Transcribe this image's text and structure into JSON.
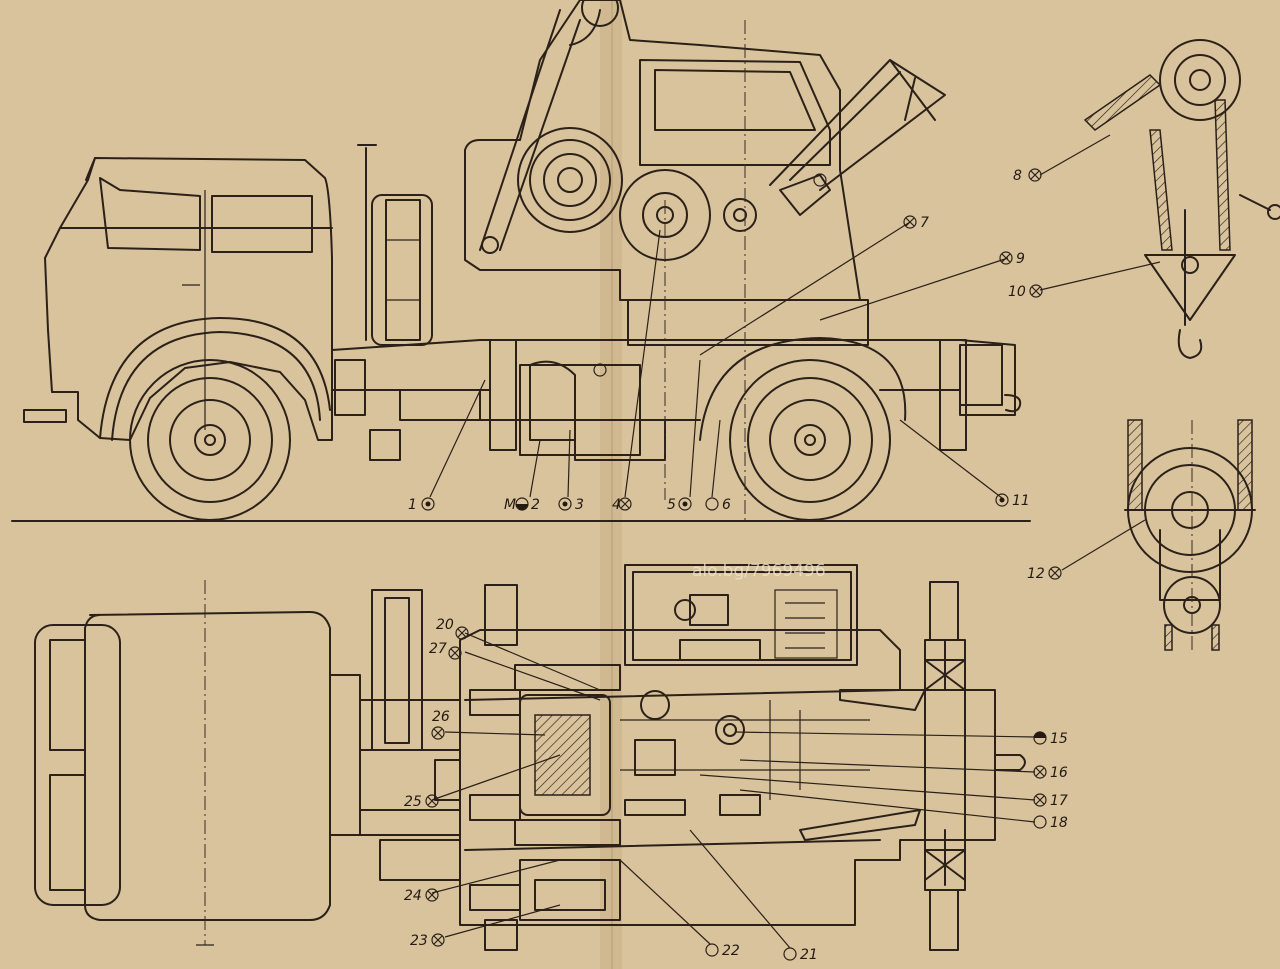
{
  "watermark": "alo.bg/7969496",
  "colors": {
    "paper": "#d9c39d",
    "ink": "#2b2118",
    "fold": "#c8ae85"
  },
  "callouts": [
    {
      "id": "c1",
      "label": "1",
      "symbol": "dot"
    },
    {
      "id": "c2",
      "label": "2",
      "symbol": "half",
      "prefix": "M"
    },
    {
      "id": "c3",
      "label": "3",
      "symbol": "dot"
    },
    {
      "id": "c4",
      "label": "4",
      "symbol": "cross"
    },
    {
      "id": "c5",
      "label": "5",
      "symbol": "dot"
    },
    {
      "id": "c6",
      "label": "6",
      "symbol": "empty"
    },
    {
      "id": "c7",
      "label": "7",
      "symbol": "cross"
    },
    {
      "id": "c8",
      "label": "8",
      "symbol": "cross"
    },
    {
      "id": "c9",
      "label": "9",
      "symbol": "cross"
    },
    {
      "id": "c10",
      "label": "10",
      "symbol": "cross"
    },
    {
      "id": "c11",
      "label": "11",
      "symbol": "dot"
    },
    {
      "id": "c12",
      "label": "12",
      "symbol": "cross"
    },
    {
      "id": "c15",
      "label": "15",
      "symbol": "half"
    },
    {
      "id": "c16",
      "label": "16",
      "symbol": "cross"
    },
    {
      "id": "c17",
      "label": "17",
      "symbol": "cross"
    },
    {
      "id": "c18",
      "label": "18",
      "symbol": "empty"
    },
    {
      "id": "c20",
      "label": "20",
      "symbol": "cross"
    },
    {
      "id": "c21",
      "label": "21",
      "symbol": "empty"
    },
    {
      "id": "c22",
      "label": "22",
      "symbol": "empty"
    },
    {
      "id": "c23",
      "label": "23",
      "symbol": "cross"
    },
    {
      "id": "c24",
      "label": "24",
      "symbol": "cross"
    },
    {
      "id": "c25",
      "label": "25",
      "symbol": "cross"
    },
    {
      "id": "c26",
      "label": "26",
      "symbol": "cross"
    },
    {
      "id": "c27",
      "label": "27",
      "symbol": "cross"
    }
  ]
}
